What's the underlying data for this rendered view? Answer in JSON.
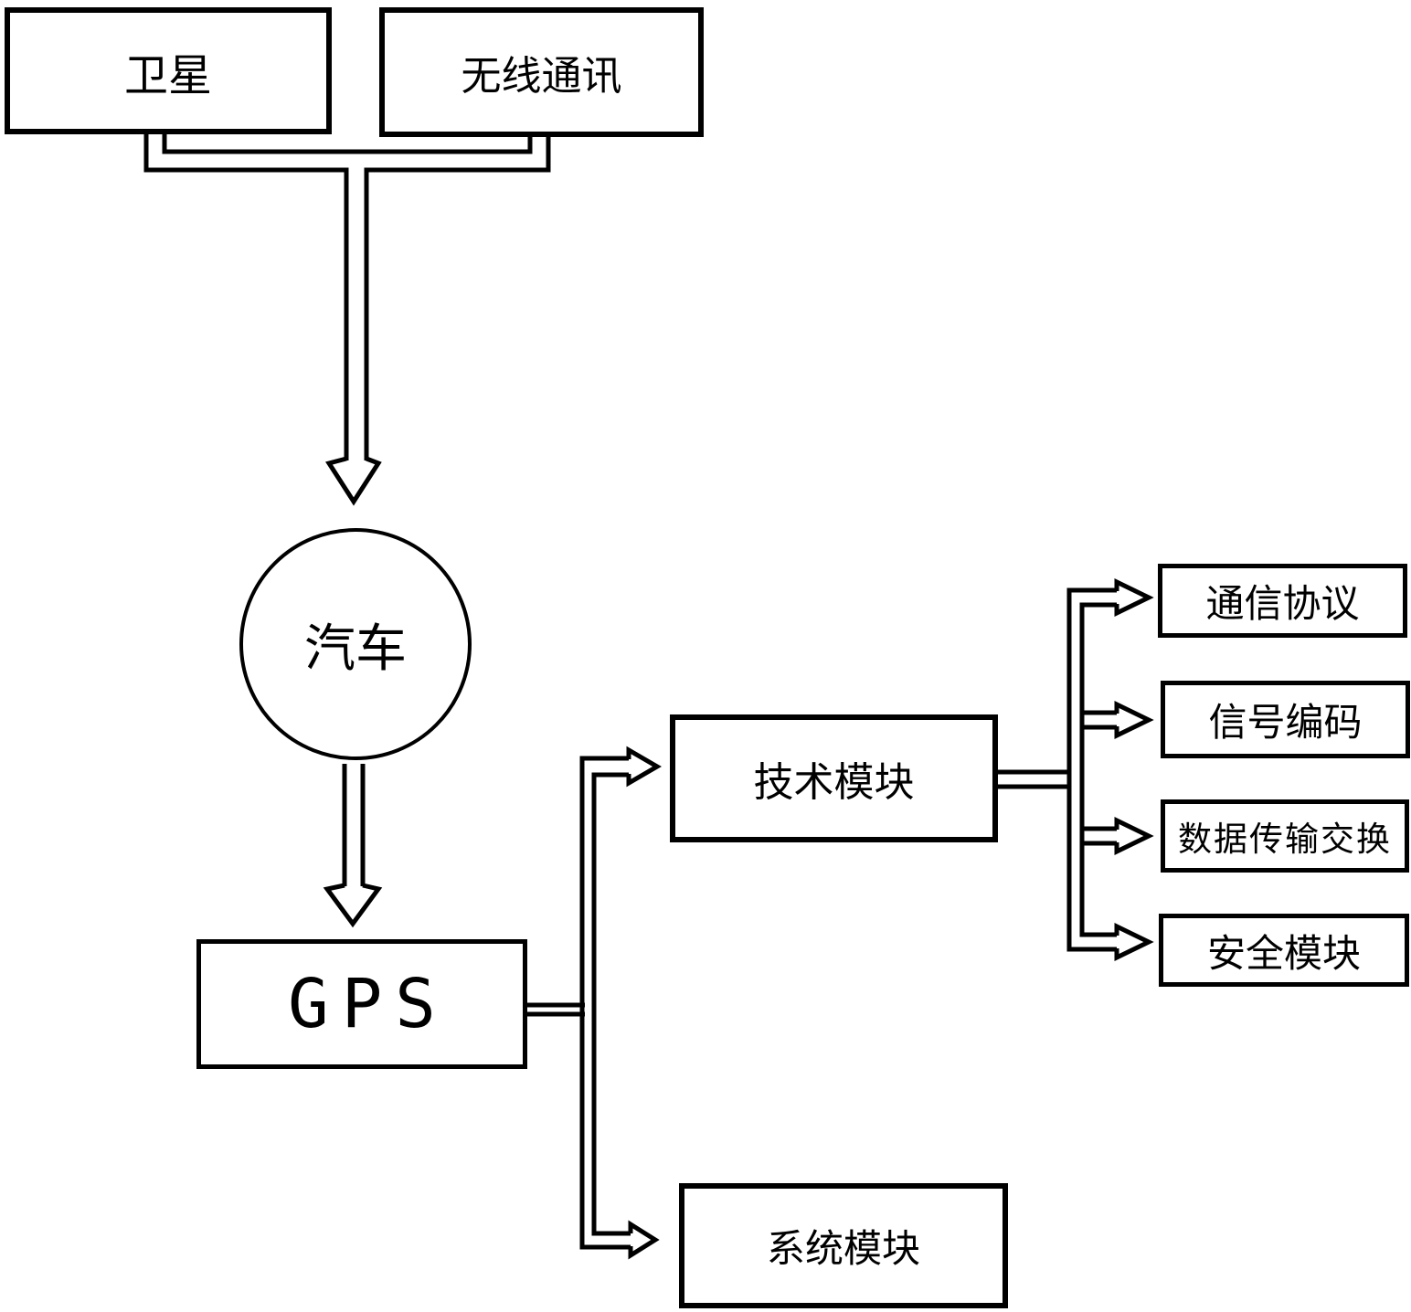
{
  "diagram": {
    "background_color": "#ffffff",
    "line_color": "#000000",
    "nodes": {
      "satellite": {
        "label": "卫星",
        "shape": "rect"
      },
      "wireless": {
        "label": "无线通讯",
        "shape": "rect"
      },
      "car": {
        "label": "汽车",
        "shape": "circle"
      },
      "gps": {
        "label": "GPS",
        "shape": "rect"
      },
      "tech_module": {
        "label": "技术模块",
        "shape": "rect"
      },
      "system_module": {
        "label": "系统模块",
        "shape": "rect"
      },
      "protocol": {
        "label": "通信协议",
        "shape": "rect"
      },
      "signal_encoding": {
        "label": "信号编码",
        "shape": "rect"
      },
      "data_transmission": {
        "label": "数据传输交换",
        "shape": "rect"
      },
      "security_module": {
        "label": "安全模块",
        "shape": "rect"
      }
    },
    "edges": [
      {
        "from": "satellite",
        "to": "car",
        "style": "hollow-arrow"
      },
      {
        "from": "wireless",
        "to": "car",
        "style": "hollow-arrow"
      },
      {
        "from": "car",
        "to": "gps",
        "style": "hollow-arrow"
      },
      {
        "from": "gps",
        "to": "tech_module",
        "style": "hollow-arrow"
      },
      {
        "from": "gps",
        "to": "system_module",
        "style": "hollow-arrow"
      },
      {
        "from": "tech_module",
        "to": "protocol",
        "style": "hollow-arrow"
      },
      {
        "from": "tech_module",
        "to": "signal_encoding",
        "style": "hollow-arrow"
      },
      {
        "from": "tech_module",
        "to": "data_transmission",
        "style": "hollow-arrow"
      },
      {
        "from": "tech_module",
        "to": "security_module",
        "style": "hollow-arrow"
      }
    ]
  }
}
